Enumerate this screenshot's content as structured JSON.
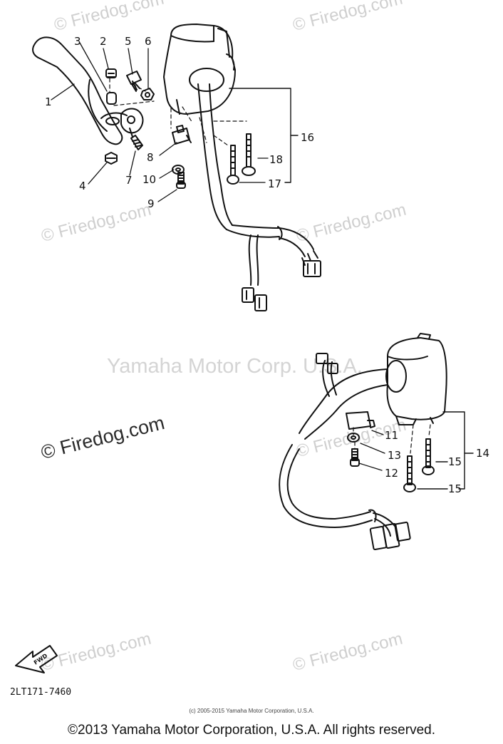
{
  "diagram": {
    "part_labels": [
      "1",
      "2",
      "3",
      "4",
      "5",
      "6",
      "7",
      "8",
      "9",
      "10",
      "11",
      "12",
      "13",
      "14",
      "15",
      "15",
      "16",
      "17",
      "18"
    ],
    "diagram_id": "2LT171-7460",
    "fwd_label": "FWD"
  },
  "watermarks": {
    "site": "© Firedog.com",
    "center": "Yamaha Motor Corp. U.S.A."
  },
  "footer": {
    "small_copyright": "(c) 2005-2015 Yamaha Motor Corporation, U.S.A.",
    "copyright": "©2013 Yamaha Motor Corporation, U.S.A. All rights reserved."
  }
}
